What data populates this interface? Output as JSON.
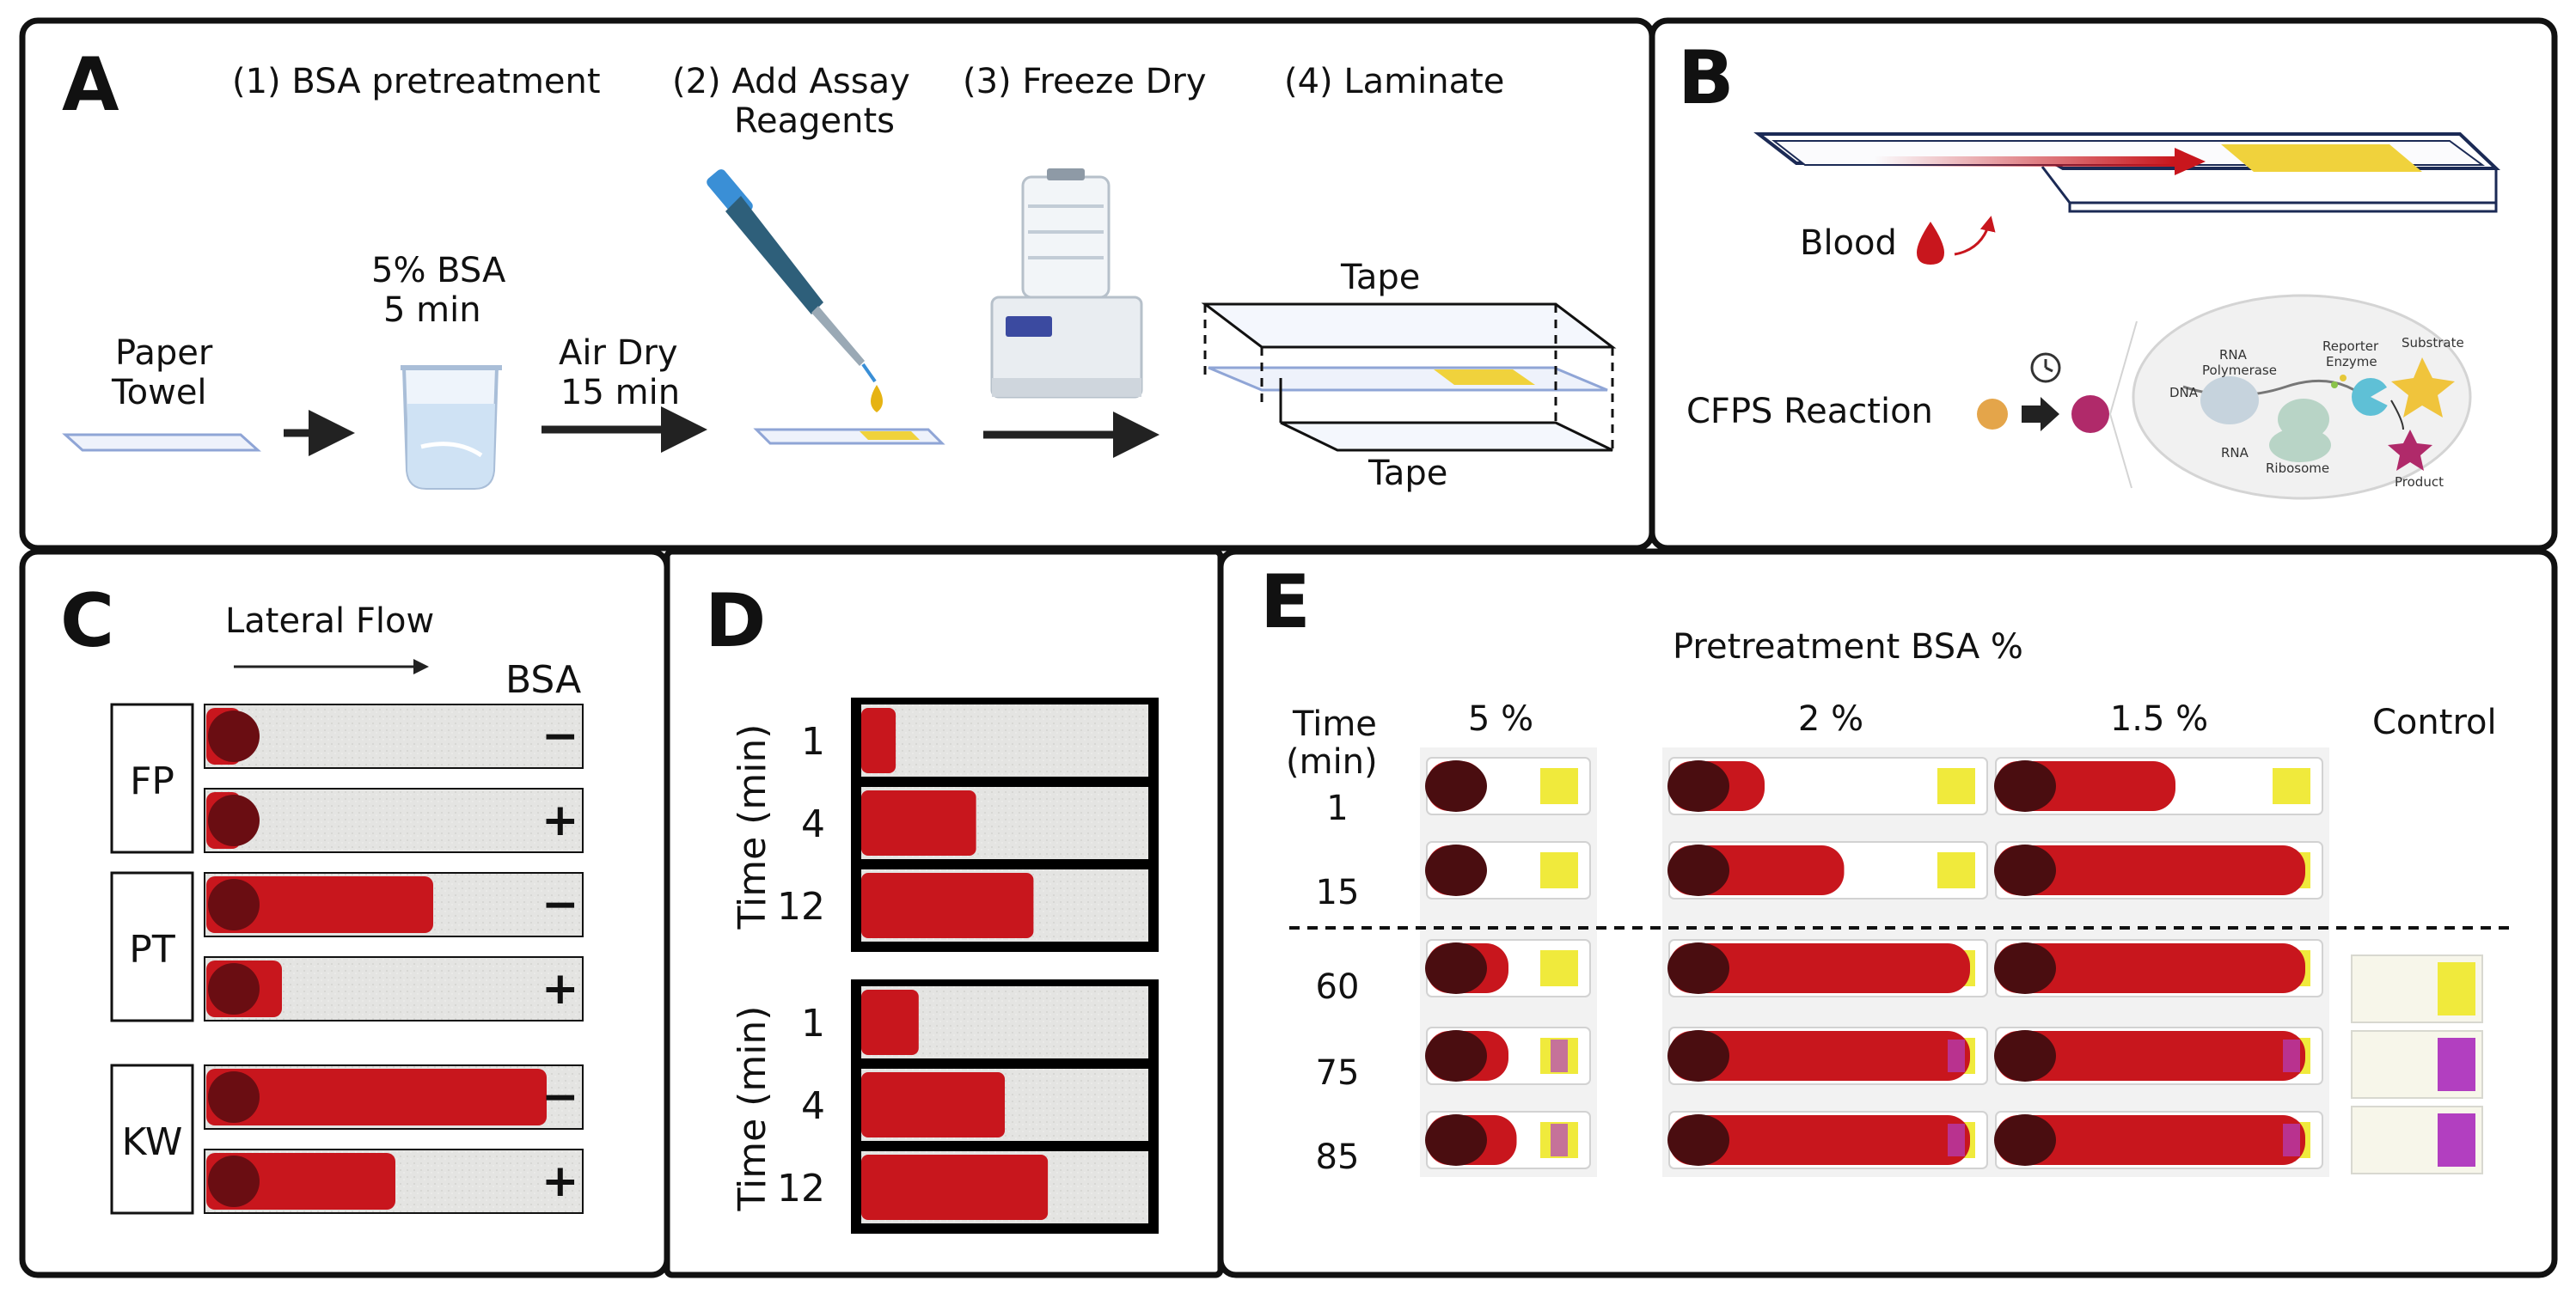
{
  "panelA": {
    "letter": "A",
    "steps": [
      "(1) BSA pretreatment",
      "(2) Add Assay",
      "Reagents",
      "(3) Freeze Dry",
      "(4) Laminate"
    ],
    "paper_towel": [
      "Paper",
      "Towel"
    ],
    "bsa": [
      "5% BSA",
      "5 min"
    ],
    "air_dry": [
      "Air Dry",
      "15 min"
    ],
    "tape_top": "Tape",
    "tape_bottom": "Tape"
  },
  "panelB": {
    "letter": "B",
    "blood": "Blood",
    "cfps": "CFPS Reaction",
    "inset": {
      "rna_polymerase": [
        "RNA",
        "Polymerase"
      ],
      "dna": "DNA",
      "rna": "RNA",
      "ribosome": "Ribosome",
      "reporter": [
        "Reporter",
        "Enzyme"
      ],
      "substrate": "Substrate",
      "product": "Product"
    }
  },
  "panelC": {
    "letter": "C",
    "lateral_flow": "Lateral Flow",
    "bsa_header": "BSA",
    "groups": [
      {
        "label": "FP",
        "rows": [
          {
            "sign": "−",
            "flow": 0.04
          },
          {
            "sign": "+",
            "flow": 0.03
          }
        ]
      },
      {
        "label": "PT",
        "rows": [
          {
            "sign": "−",
            "flow": 0.6
          },
          {
            "sign": "+",
            "flow": 0.2
          }
        ]
      },
      {
        "label": "KW",
        "rows": [
          {
            "sign": "−",
            "flow": 0.9
          },
          {
            "sign": "+",
            "flow": 0.5
          }
        ]
      }
    ]
  },
  "panelD": {
    "letter": "D",
    "axis_label": "Time (min)",
    "blocks": [
      {
        "times": [
          "1",
          "4",
          "12"
        ],
        "flow": [
          0.12,
          0.4,
          0.6
        ]
      },
      {
        "times": [
          "1",
          "4",
          "12"
        ],
        "flow": [
          0.2,
          0.5,
          0.65
        ]
      }
    ]
  },
  "panelE": {
    "letter": "E",
    "title": "Pretreatment BSA %",
    "time_header": [
      "Time",
      "(min)"
    ],
    "columns": [
      "5 %",
      "2 %",
      "1.5 %"
    ],
    "control": "Control",
    "times": [
      "1",
      "15",
      "60",
      "75",
      "85"
    ],
    "flow": [
      [
        0.35,
        0.35,
        0.5,
        0.5,
        0.55
      ],
      [
        0.3,
        0.55,
        1.0,
        1.0,
        1.0
      ],
      [
        0.55,
        1.0,
        1.0,
        1.0,
        1.0
      ]
    ],
    "colors": {
      "blood": "#c8161d",
      "dark_blood": "#4a0d10",
      "yellow": "#f0ea3c",
      "purple": "#b23fc0"
    }
  }
}
